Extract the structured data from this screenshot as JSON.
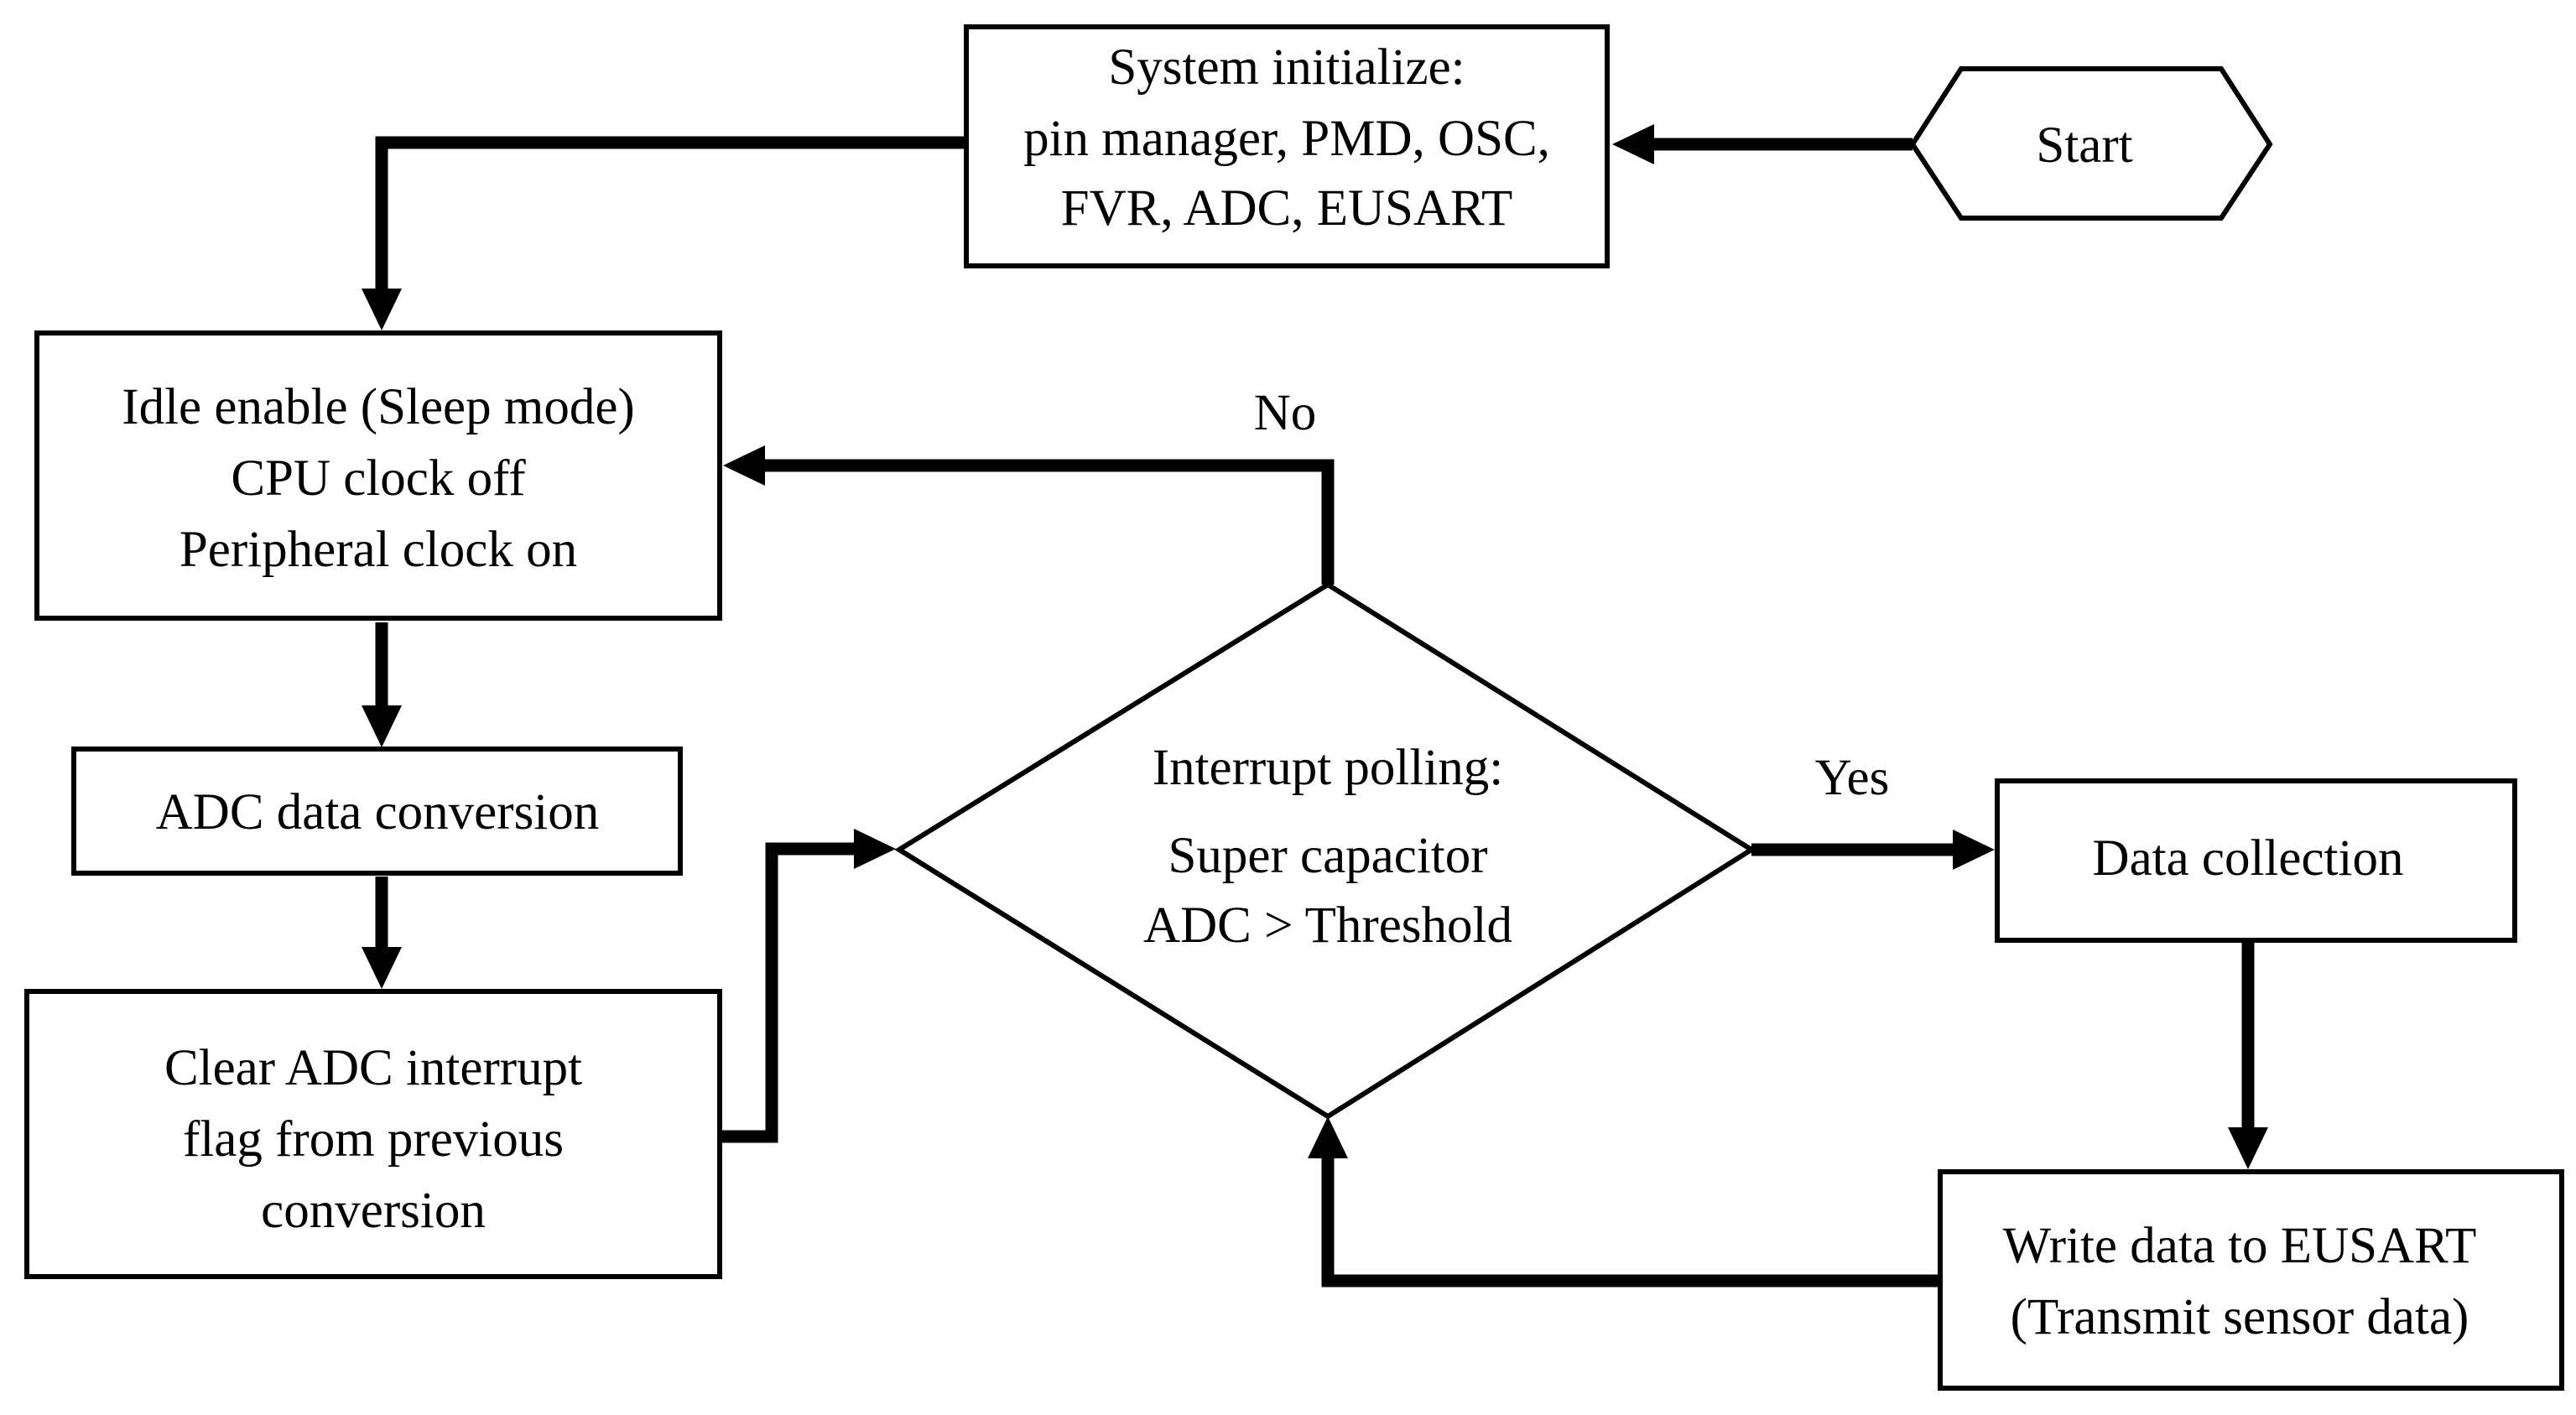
{
  "nodes": {
    "start": {
      "lines": [
        "Start"
      ]
    },
    "init": {
      "lines": [
        "System initialize:",
        "pin manager, PMD, OSC,",
        "FVR, ADC, EUSART"
      ]
    },
    "idle": {
      "lines": [
        "Idle enable (Sleep mode)",
        "CPU clock off",
        "Peripheral clock on"
      ]
    },
    "adc_conv": {
      "lines": [
        "ADC data conversion"
      ]
    },
    "clear_flag": {
      "lines": [
        "Clear ADC interrupt",
        "flag from previous",
        "conversion"
      ]
    },
    "decision": {
      "lines": [
        "Interrupt polling:",
        "Super capacitor",
        "ADC > Threshold"
      ]
    },
    "collect": {
      "lines": [
        "Data collection"
      ]
    },
    "write": {
      "lines": [
        "Write data to EUSART",
        "(Transmit sensor data)"
      ]
    }
  },
  "edge_labels": {
    "no": "No",
    "yes": "Yes"
  },
  "colors": {
    "stroke": "#000000",
    "background": "#ffffff"
  }
}
